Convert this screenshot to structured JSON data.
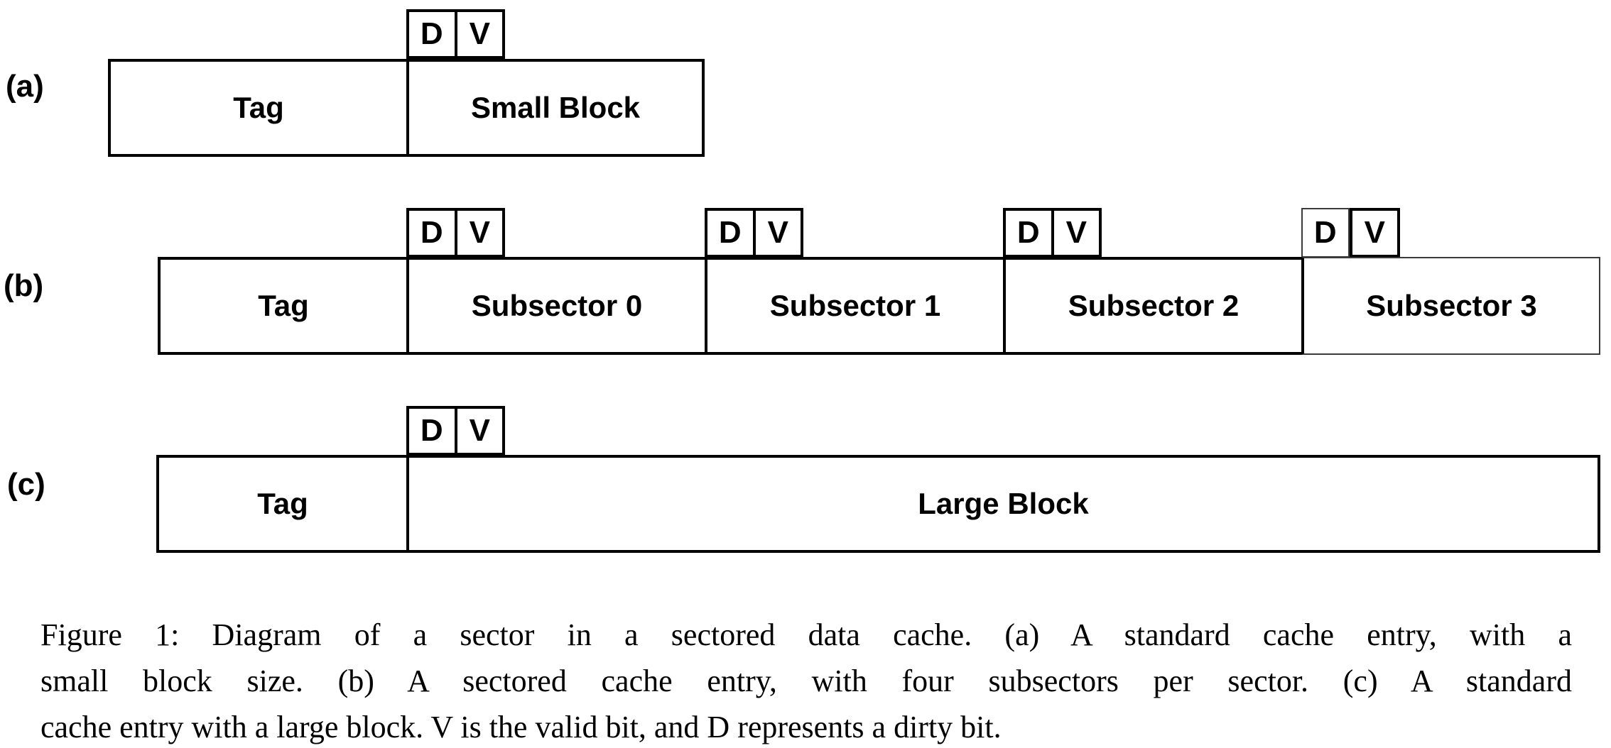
{
  "bits": {
    "dirty": "D",
    "valid": "V"
  },
  "rows": {
    "a": {
      "label": "(a)",
      "tag": "Tag",
      "block": "Small Block"
    },
    "b": {
      "label": "(b)",
      "tag": "Tag",
      "subsectors": [
        "Subsector 0",
        "Subsector 1",
        "Subsector 2",
        "Subsector 3"
      ]
    },
    "c": {
      "label": "(c)",
      "tag": "Tag",
      "block": "Large Block"
    }
  },
  "caption": {
    "lines": [
      "Figure 1: Diagram of a sector in a sectored data cache. (a) A standard cache entry, with a",
      "small block size. (b) A sectored cache entry, with four subsectors per sector. (c) A standard",
      "cache entry with a large block. V is the valid bit, and D represents a dirty bit."
    ]
  }
}
